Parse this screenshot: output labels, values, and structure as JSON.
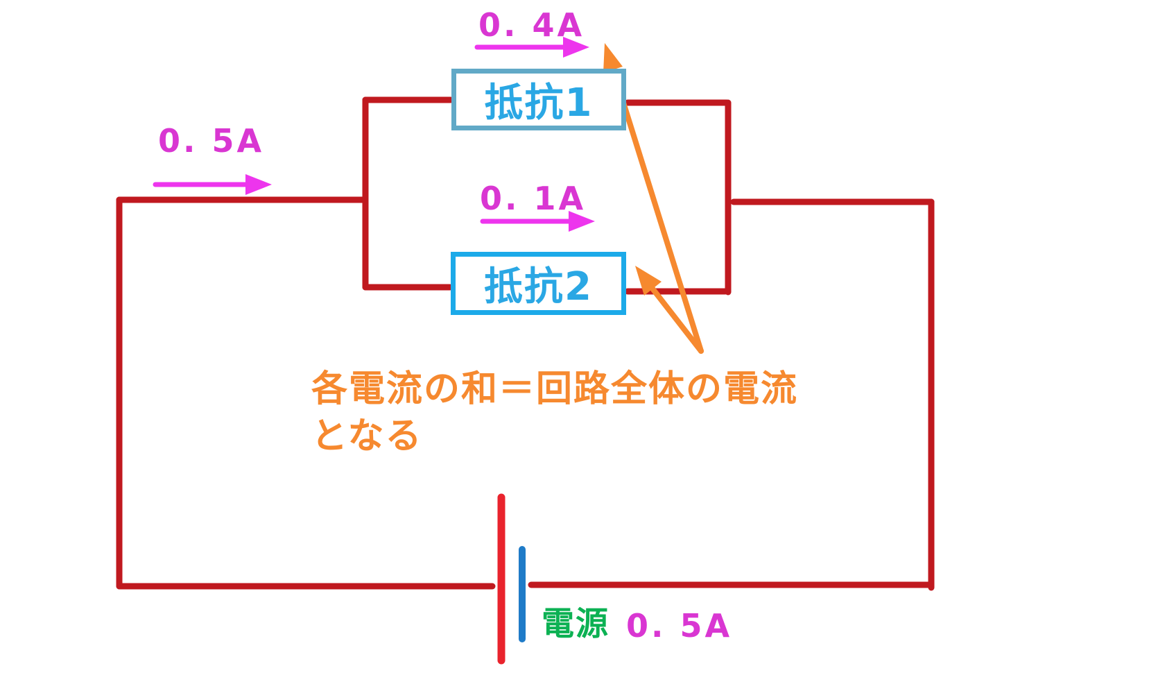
{
  "circuit": {
    "labels": {
      "total_current": "0. 5A",
      "branch1_current": "0. 4A",
      "branch2_current": "0. 1A",
      "resistor1": "抵抗1",
      "resistor2": "抵抗2",
      "power": "電源",
      "power_current": "0. 5A"
    },
    "annotation": {
      "line1": "各電流の和＝回路全体の電流",
      "line2": "となる"
    },
    "colors": {
      "wire": "#c0191f",
      "battery_long_plate": "#e9232d",
      "battery_short_plate": "#1f7bc8",
      "resistor1_border": "#61a9c7",
      "resistor2_border": "#1caae9",
      "resistor_text": "#2aa7e4",
      "current_label": "#d936d2",
      "current_arrow": "#ed35ed",
      "power_label": "#0cb153",
      "annotation_text": "#f6892f"
    }
  }
}
